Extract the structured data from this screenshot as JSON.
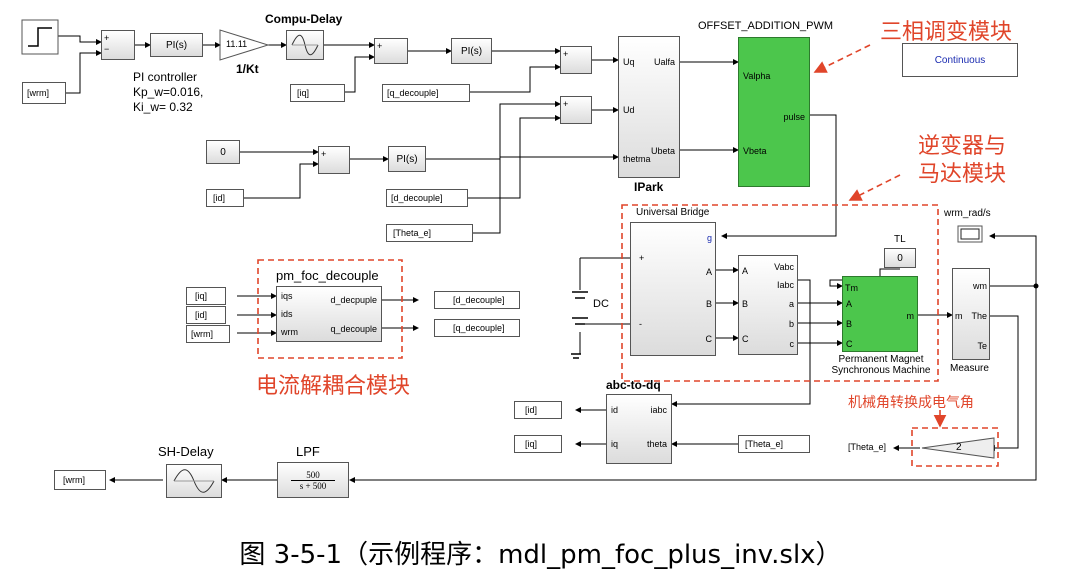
{
  "blocks": {
    "sum": "+",
    "minus": "−",
    "pi": "PI(s)",
    "gain_11": "11.11",
    "gain_2": "2",
    "const_0": "0",
    "const_tl_label": "TL",
    "const_tl_value": "0",
    "continuous": "Continuous",
    "compu_delay": "Compu-Delay",
    "one_over_kt": "1/Kt",
    "pi_controller_lines": [
      "PI controller",
      "Kp_w=0.016,",
      "Ki_w= 0.32"
    ],
    "offset_title": "OFFSET_ADDITION_PWM",
    "offset_in1": "Valpha",
    "offset_in2": "Vbeta",
    "offset_out": "pulse",
    "ipark_title": "IPark",
    "ipark_in": [
      "Uq",
      "Ud",
      "thetma"
    ],
    "ipark_out": [
      "Ualfa",
      "Ubeta"
    ],
    "bridge_title": "Universal Bridge",
    "bridge_ports": [
      "g",
      "A",
      "B",
      "C",
      "+",
      "-"
    ],
    "dc_label": "DC",
    "meas_ports_in": [
      "A",
      "B",
      "C"
    ],
    "meas_ports_out": [
      "Vabc",
      "Iabc",
      "a",
      "b",
      "c"
    ],
    "pmsm_ports": [
      "Tm",
      "A",
      "B",
      "C",
      "m"
    ],
    "pmsm_label": [
      "Permanent Magnet",
      "Synchronous Machine"
    ],
    "measure_ports": [
      "m",
      "wm",
      "The",
      "Te"
    ],
    "measure_label": "Measure",
    "scope_label": "wrm_rad/s",
    "decouple_title": "pm_foc_decouple",
    "decouple_in": [
      "iqs",
      "ids",
      "wrm"
    ],
    "decouple_out": [
      "d_decpuple",
      "q_decouple"
    ],
    "abc_title": "abc-to-dq",
    "abc_in": [
      "id",
      "iq"
    ],
    "abc_out": [
      "iabc",
      "theta"
    ],
    "sh_delay": "SH-Delay",
    "lpf": "LPF",
    "lpf_num": "500",
    "lpf_den": "s + 500"
  },
  "tags": {
    "wrm": "[wrm]",
    "iq": "[iq]",
    "id": "[id]",
    "q_decouple": "[q_decouple]",
    "d_decouple": "[d_decouple]",
    "theta_e": "[Theta_e]"
  },
  "annotations": {
    "three_phase": "三相调变模块",
    "inverter_line1": "逆变器与",
    "inverter_line2": "马达模块",
    "decouple_cn": "电流解耦合模块",
    "mech_to_elec": "机械角转换成电气角"
  },
  "caption": "图 3-5-1（示例程序：mdl_pm_foc_plus_inv.slx）",
  "colors": {
    "annotation": "#e0452a",
    "green_block": "#4cc64c",
    "continuous_text": "#1a2bb0"
  }
}
